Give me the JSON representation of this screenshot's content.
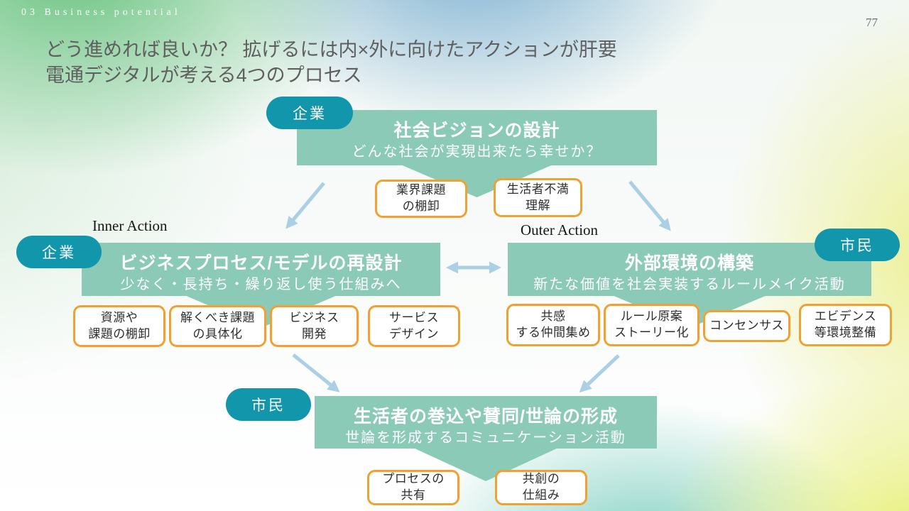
{
  "slide": {
    "kicker": "03 Business potential",
    "page_number": "77",
    "title_line1": "どう進めれば良いか？ 拡げるには内×外に向けたアクションが肝要",
    "title_line2": "電通デジタルが考える4つのプロセス"
  },
  "process": {
    "vision": {
      "actor": "企業",
      "title": "社会ビジョンの設計",
      "subtitle": "どんな社会が実現出来たら幸せか？",
      "chips": [
        "業界課題\nの棚卸",
        "生活者不満\n理解"
      ]
    },
    "inner": {
      "actor": "企業",
      "label": "Inner Action",
      "title": "ビジネスプロセス/モデルの再設計",
      "subtitle": "少なく・長持ち・繰り返し使う仕組みへ",
      "chips": [
        "資源や\n課題の棚卸",
        "解くべき課題\nの具体化",
        "ビジネス\n開発",
        "サービス\nデザイン"
      ]
    },
    "outer": {
      "actor": "市民",
      "label": "Outer Action",
      "title": "外部環境の構築",
      "subtitle": "新たな価値を社会実装するルールメイク活動",
      "chips": [
        "共感\nする仲間集め",
        "ルール原案\nストーリー化",
        "コンセンサス",
        "エビデンス\n等環境整備"
      ]
    },
    "opinion": {
      "actor": "市民",
      "title": "生活者の巻込や賛同/世論の形成",
      "subtitle": "世論を形成するコミュニケーション活動",
      "chips": [
        "プロセスの\n共有",
        "共創の\n仕組み"
      ]
    }
  },
  "colors": {
    "banner_fill": "#8ccab8",
    "badge_fill": "#1196ab",
    "chip_border": "#f0a131",
    "arrow": "#abd0e6",
    "title_text": "#5f5f5f",
    "kicker_text": "#ffffff"
  }
}
